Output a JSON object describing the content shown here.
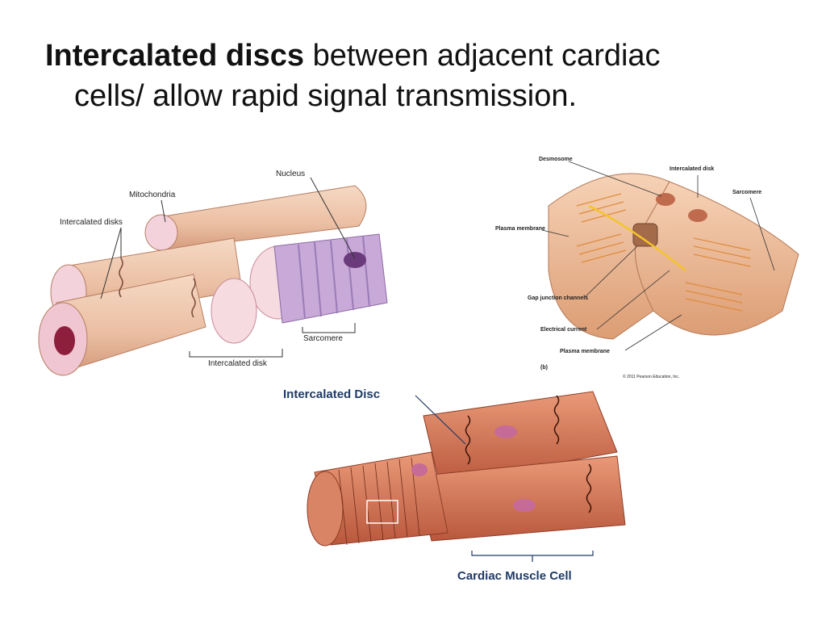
{
  "title": {
    "bold": "Intercalated discs",
    "rest_line1": " between adjacent cardiac",
    "line2": "cells/ allow rapid signal transmission."
  },
  "figure_left": {
    "labels": {
      "nucleus": "Nucleus",
      "mitochondria": "Mitochondria",
      "intercalated_disks_top": "Intercalated disks",
      "sarcomere": "Sarcomere",
      "intercalated_disk_bottom": "Intercalated disk"
    }
  },
  "figure_right": {
    "labels": {
      "desmosome": "Desmosome",
      "intercalated_disk": "Intercalated disk",
      "sarcomere": "Sarcomere",
      "plasma_membrane_left": "Plasma membrane",
      "gap_junction": "Gap junction channels",
      "electrical_current": "Electrical current",
      "plasma_membrane_bottom": "Plasma membrane",
      "panel_letter": "(b)"
    },
    "copyright": "© 2011 Pearson Education, Inc."
  },
  "figure_bottom": {
    "labels": {
      "intercalated_disc": "Intercalated Disc",
      "cardiac_muscle_cell": "Cardiac Muscle Cell"
    }
  },
  "colors": {
    "fiber_light": "#f1cdb3",
    "fiber_mid": "#e4ad8c",
    "fiber_dark": "#c9866a",
    "nucleus": "#8e1f3c",
    "muscle_red": "#c8694a",
    "label_blue": "#1f3a66"
  }
}
